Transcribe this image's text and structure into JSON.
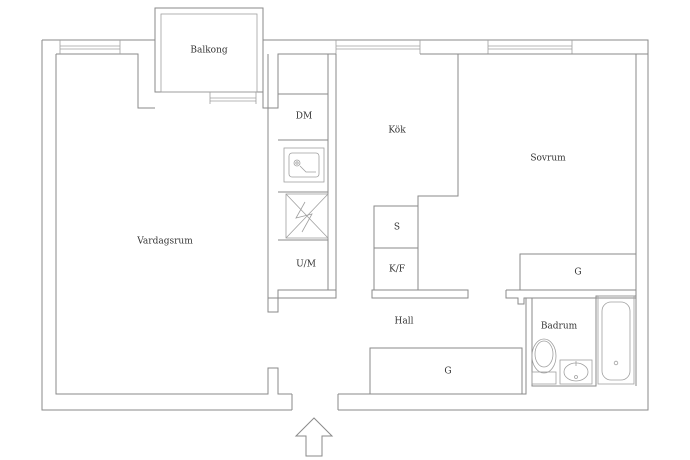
{
  "rooms": {
    "balcony": "Balkong",
    "living_room": "Vardagsrum",
    "kitchen": "Kök",
    "bedroom": "Sovrum",
    "hall": "Hall",
    "bathroom": "Badrum"
  },
  "fixtures": {
    "dishwasher": "DM",
    "oven_microwave": "U/M",
    "storage": "S",
    "fridge_freezer": "K/F",
    "bedroom_wardrobe": "G",
    "hall_wardrobe": "G"
  },
  "icons": {
    "entrance": "entrance-arrow-icon",
    "stove": "stove-icon",
    "sink": "kitchen-sink-icon",
    "toilet": "toilet-icon",
    "basin": "wash-basin-icon",
    "bathtub": "bathtub-icon"
  },
  "colors": {
    "wall": "#8a8a8a",
    "text": "#333333",
    "background": "#ffffff"
  }
}
